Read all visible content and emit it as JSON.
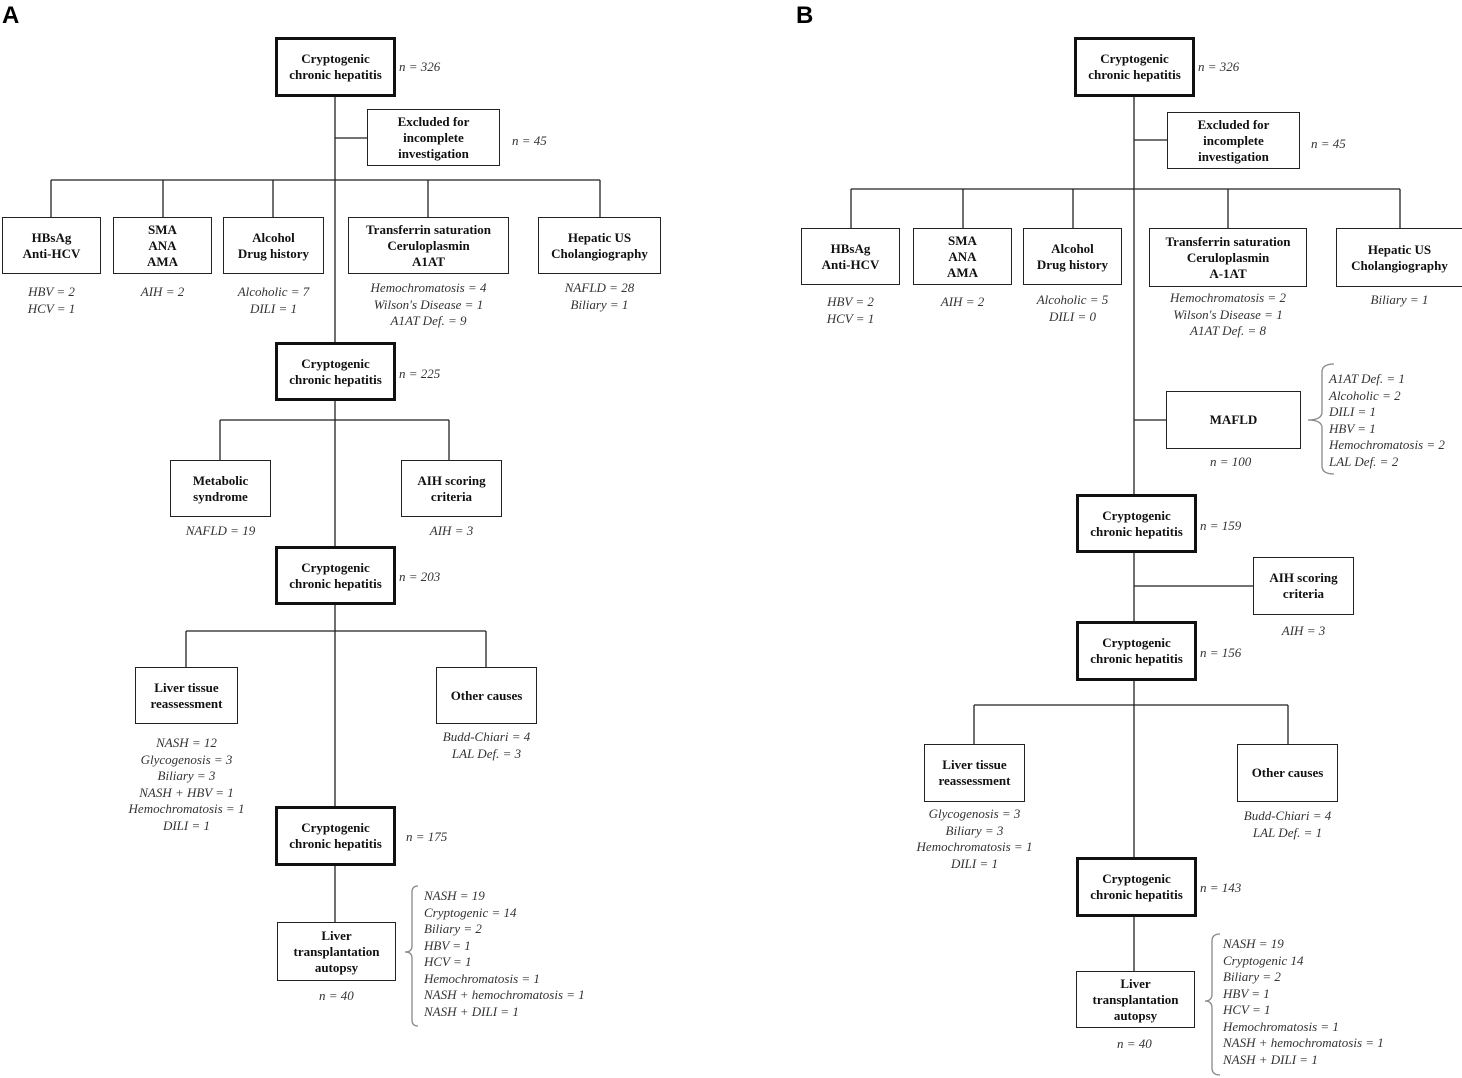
{
  "panels": {
    "a": {
      "letter": "A",
      "boxes": {
        "cch1": "Cryptogenic\nchronic hepatitis",
        "excluded": "Excluded for\nincomplete\ninvestigation",
        "hbsag": "HBsAg\nAnti-HCV",
        "sma": "SMA\nANA\nAMA",
        "alcohol": "Alcohol\nDrug history",
        "transferrin": "Transferrin  saturation\nCeruloplasmin\nA1AT",
        "hepatic": "Hepatic US\nCholangiography",
        "cch2": "Cryptogenic\nchronic hepatitis",
        "metabolic": "Metabolic\nsyndrome",
        "aih": "AIH scoring\ncriteria",
        "cch3": "Cryptogenic\nchronic hepatitis",
        "liver_tissue": "Liver tissue\nreassessment",
        "other": "Other causes",
        "cch4": "Cryptogenic\nchronic hepatitis",
        "transplant": "Liver\ntransplantation\nautopsy"
      },
      "counts": {
        "n1": "n = 326",
        "excluded": "n = 45",
        "n2": "n = 225",
        "n3": "n = 203",
        "n4": "n = 175",
        "transplant": "n = 40"
      },
      "results": {
        "hbsag": "HBV = 2\nHCV = 1",
        "sma": "AIH = 2",
        "alcohol": "Alcoholic = 7\nDILI = 1",
        "transferrin": "Hemochromatosis = 4\nWilson's Disease = 1\nA1AT Def. = 9",
        "hepatic": "NAFLD = 28\nBiliary = 1",
        "metabolic": "NAFLD = 19",
        "aih": "AIH = 3",
        "liver_tissue": "NASH = 12\nGlycogenosis = 3\nBiliary = 3\nNASH + HBV = 1\nHemochromatosis = 1\nDILI = 1",
        "other": "Budd-Chiari = 4\nLAL Def.  = 3",
        "transplant": "NASH = 19\nCryptogenic = 14\nBiliary = 2\nHBV = 1\nHCV = 1\nHemochromatosis = 1\nNASH + hemochromatosis = 1\nNASH + DILI = 1"
      }
    },
    "b": {
      "letter": "B",
      "boxes": {
        "cch1": "Cryptogenic\nchronic hepatitis",
        "excluded": "Excluded for\nincomplete\ninvestigation",
        "hbsag": "HBsAg\nAnti-HCV",
        "sma": "SMA\nANA\nAMA",
        "alcohol": "Alcohol\nDrug history",
        "transferrin": "Transferrin  saturation\nCeruloplasmin\nA-1AT",
        "hepatic": "Hepatic US\nCholangiography",
        "mafld": "MAFLD",
        "cch2": "Cryptogenic\nchronic hepatitis",
        "aih": "AIH scoring\ncriteria",
        "cch3": "Cryptogenic\nchronic hepatitis",
        "liver_tissue": "Liver tissue\nreassessment",
        "other": "Other causes",
        "cch4": "Cryptogenic\nchronic hepatitis",
        "transplant": "Liver\ntransplantation\nautopsy"
      },
      "counts": {
        "n1": "n = 326",
        "excluded": "n = 45",
        "mafld": "n = 100",
        "n2": "n = 159",
        "n3": "n = 156",
        "n4": "n = 143",
        "transplant": "n = 40"
      },
      "results": {
        "hbsag": "HBV = 2\nHCV = 1",
        "sma": "AIH = 2",
        "alcohol": "Alcoholic = 5\nDILI = 0",
        "transferrin": "Hemochromatosis = 2\nWilson's Disease = 1\nA1AT Def. = 8",
        "hepatic": "Biliary = 1",
        "mafld": "A1AT Def. = 1\nAlcoholic = 2\nDILI = 1\nHBV = 1\nHemochromatosis = 2\nLAL Def. = 2",
        "aih": "AIH = 3",
        "liver_tissue": "Glycogenosis = 3\nBiliary = 3\nHemochromatosis = 1\nDILI = 1",
        "other": "Budd-Chiari = 4\nLAL Def. = 1",
        "transplant": "NASH = 19\nCryptogenic 14\nBiliary = 2\nHBV = 1\nHCV = 1\nHemochromatosis = 1\nNASH + hemochromatosis = 1\nNASH + DILI = 1"
      }
    }
  }
}
